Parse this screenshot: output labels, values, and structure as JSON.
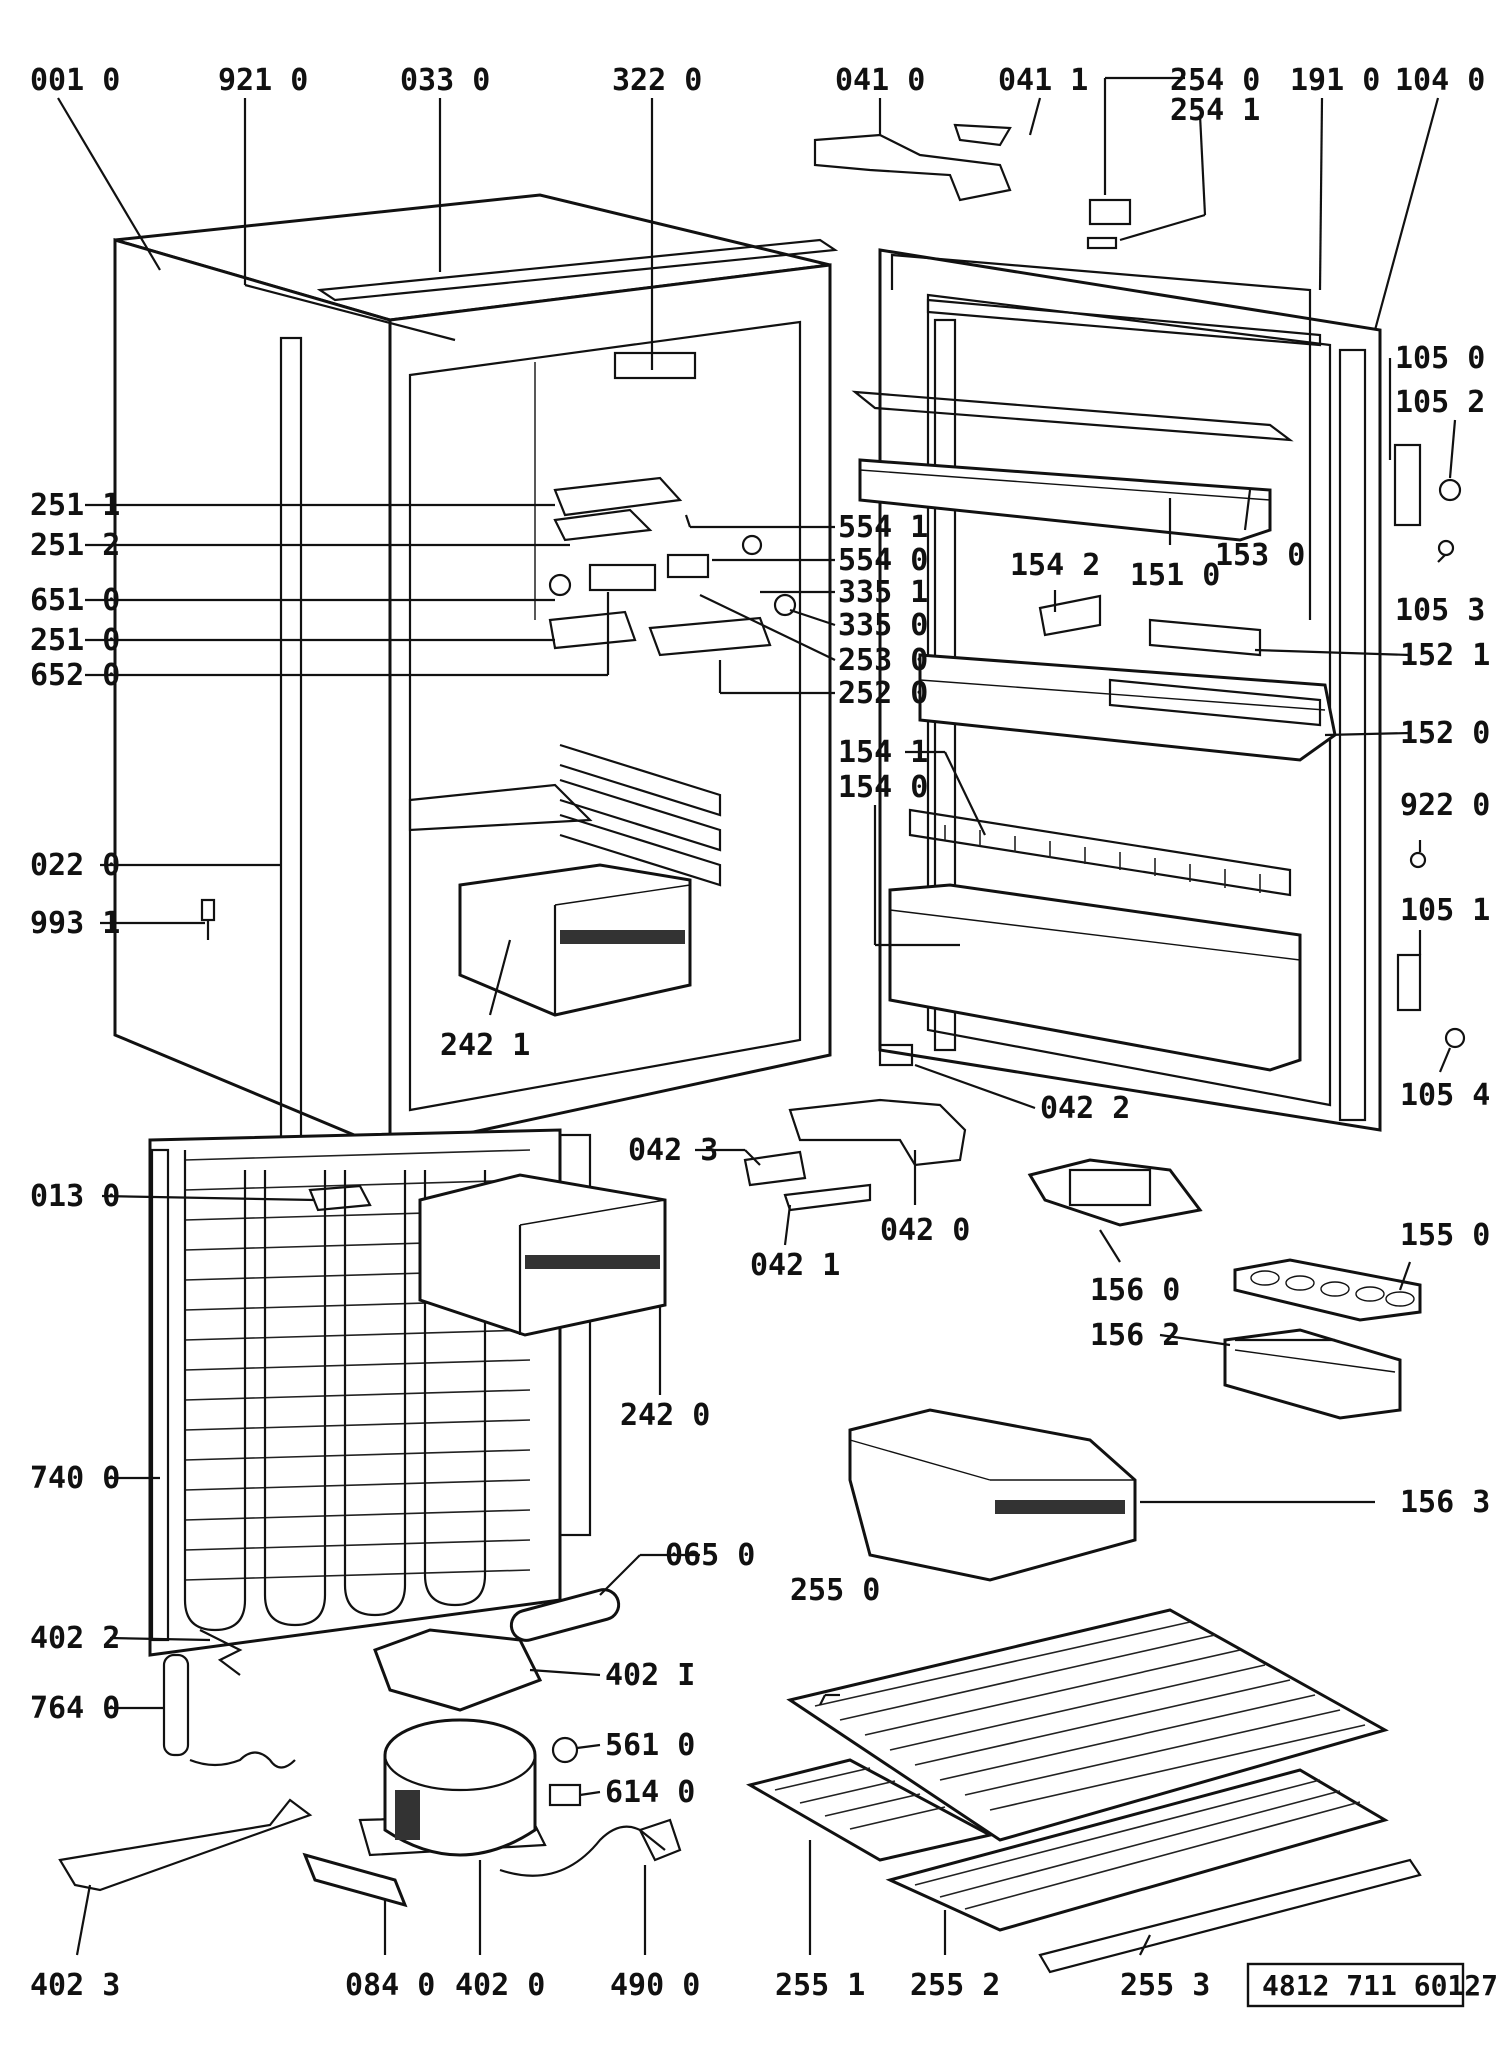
{
  "labels": [
    "001 0",
    "921 0",
    "033 0",
    "322 0",
    "041 0",
    "041 1",
    "254 0",
    "254 1",
    "191 0",
    "104 0",
    "105 0",
    "105 2",
    "105 3",
    "251 1",
    "251 2",
    "651 0",
    "251 0",
    "652 0",
    "554 1",
    "554 0",
    "335 1",
    "335 0",
    "253 0",
    "252 0",
    "154 2",
    "151 0",
    "153 0",
    "152 1",
    "152 0",
    "154 1",
    "154 0",
    "922 0",
    "105 1",
    "022 0",
    "993 1",
    "242 1",
    "105 4",
    "042 2",
    "042 3",
    "042 1",
    "042 0",
    "013 0",
    "156 0",
    "155 0",
    "156 2",
    "242 0",
    "740 0",
    "156 3",
    "065 0",
    "255 0",
    "402 2",
    "402 I",
    "764 0",
    "561 0",
    "614 0",
    "402 3",
    "084 0",
    "402 0",
    "490 0",
    "255 1",
    "255 2",
    "255 3"
  ],
  "document_number": "4812 711 60127"
}
